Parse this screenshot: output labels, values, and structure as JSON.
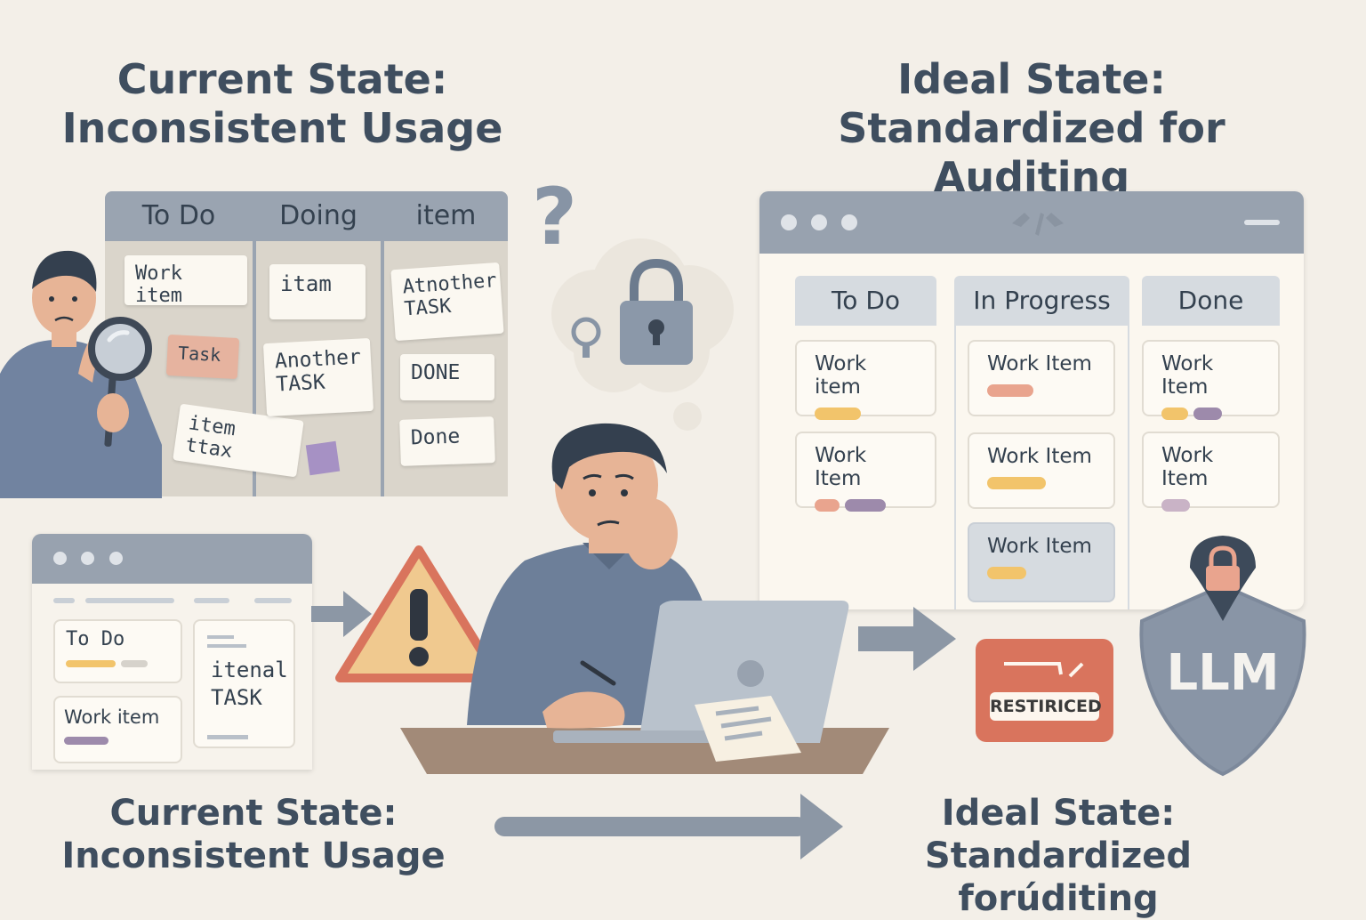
{
  "top_left_heading": [
    "Current State:",
    "Inconsistent Usage"
  ],
  "top_right_heading": [
    "Ideal State:",
    "Standardized for Auditing"
  ],
  "bottom_left_heading": [
    "Current State:",
    "Inconsistent Usage"
  ],
  "bottom_right_heading": [
    "Ideal State:",
    "Standardized forúditing"
  ],
  "messy_board": {
    "columns": [
      "To Do",
      "Doing",
      "item"
    ],
    "notes": [
      "Work item",
      "Task",
      "item ttax",
      "itam",
      "Another TASK",
      "Atnother TASK",
      "DONE",
      "Done"
    ]
  },
  "ideal_board": {
    "columns": [
      "To Do",
      "In Progress",
      "Done"
    ],
    "todo_cards": [
      "Work item",
      "Work Item"
    ],
    "progress_cards": [
      "Work Item",
      "Work Item",
      "Work Item"
    ],
    "done_cards": [
      "Work Item",
      "Work Item"
    ]
  },
  "small_window": {
    "cards": [
      "To Do",
      "Work item",
      "itenal TASK"
    ]
  },
  "restricted_label": "RESTIRICED",
  "shield_label": "LLM",
  "colors": {
    "background": "#f3efe8",
    "heading": "#3f4e5f",
    "chrome": "#98a2af",
    "warning": "#d9745d",
    "yellow_tag": "#f2c46b",
    "salmon_tag": "#e9a48e",
    "purple_tag": "#9d8aab"
  },
  "icons": [
    "magnifier-icon",
    "question-mark-icon",
    "padlock-icon",
    "warning-icon",
    "shield-icon",
    "arrow-icon",
    "laptop-icon"
  ]
}
